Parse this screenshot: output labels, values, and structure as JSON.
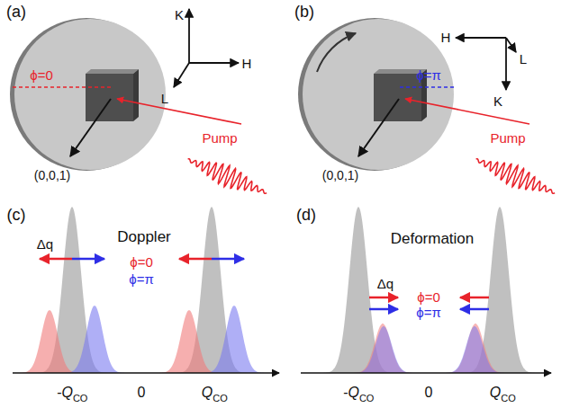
{
  "diagram": {
    "labels": [
      "(a)",
      "K",
      "H",
      "L",
      "ϕ=0",
      "Pump",
      "(0,0,1)",
      "(b)",
      "H",
      "L",
      "K",
      "ϕ=π",
      "Pump",
      "(0,0,1)",
      "(c)",
      "Doppler",
      "Δq",
      "ϕ=0",
      "ϕ=π",
      "-Q",
      "CO",
      "0",
      "Q",
      "CO",
      "(d)",
      "Deformation",
      "Δq",
      "ϕ=0",
      "ϕ=π",
      "-Q",
      "CO",
      "0",
      "Q",
      "CO"
    ]
  }
}
